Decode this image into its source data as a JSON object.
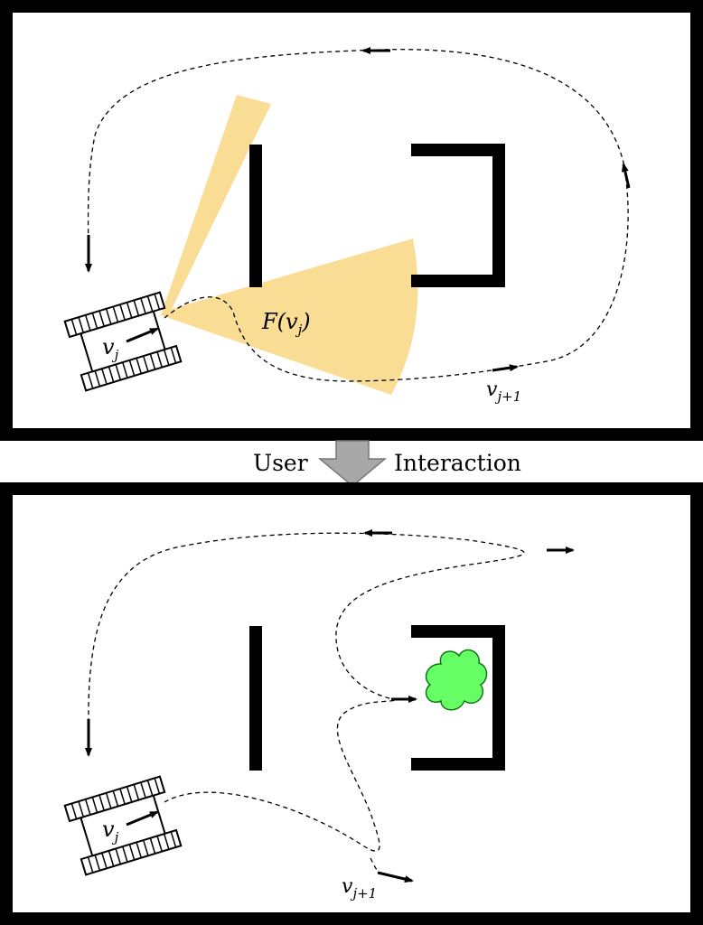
{
  "separator": {
    "left_label": "User",
    "right_label": "Interaction"
  },
  "top_panel": {
    "fov_label": "F(v",
    "fov_label_sub": "j",
    "fov_label_close": ")",
    "robot_label": "v",
    "robot_label_sub": "j",
    "next_label": "v",
    "next_label_sub": "j+1",
    "fov_color": "#f9dd94"
  },
  "bottom_panel": {
    "robot_label": "v",
    "robot_label_sub": "j",
    "next_label": "v",
    "next_label_sub": "j+1",
    "object_color": "#66ff66"
  },
  "colors": {
    "frame": "#000000",
    "separator_arrow": "#a8a8a8"
  }
}
